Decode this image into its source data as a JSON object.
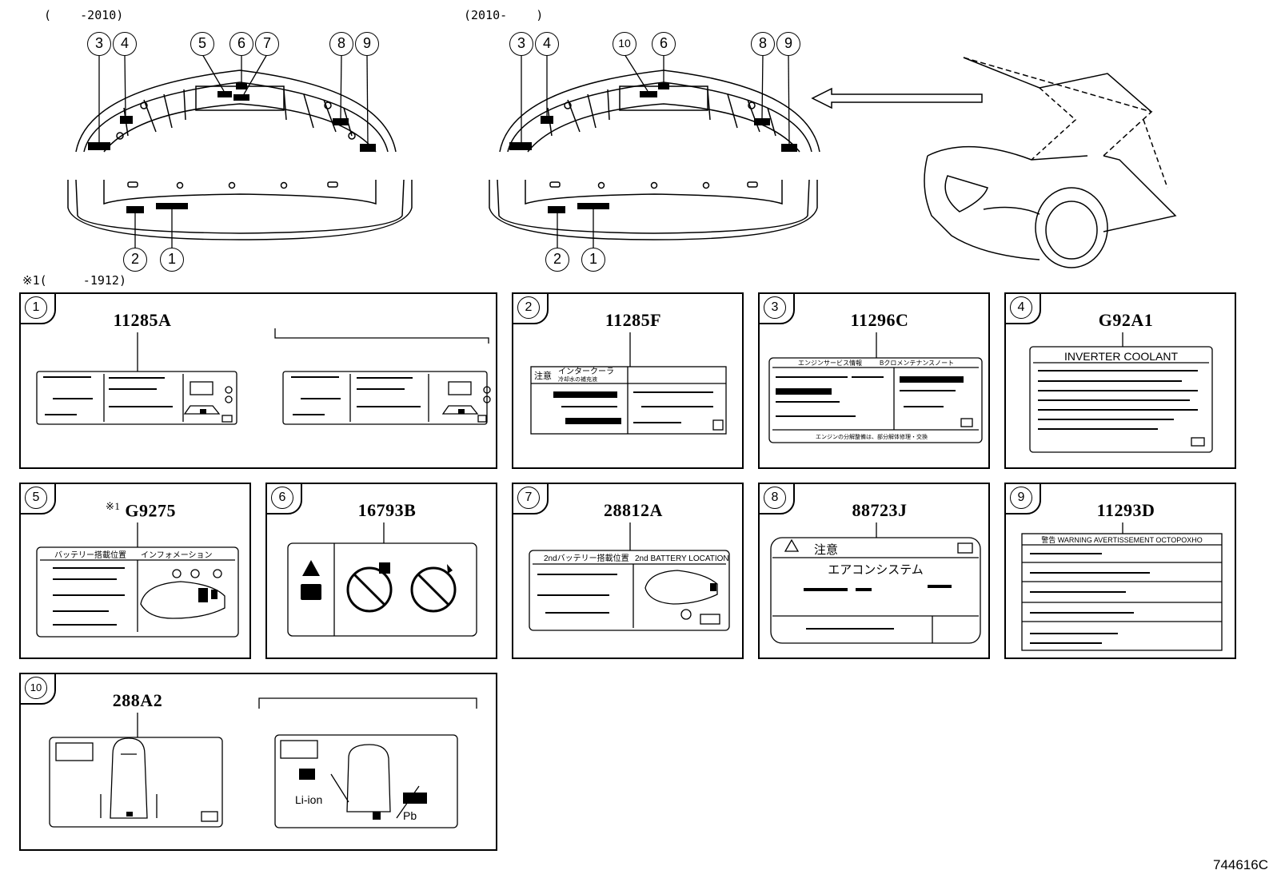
{
  "header": {
    "caption_left": "(    -2010)",
    "caption_middle": "(2010-    )",
    "note": "※1(     -1912)"
  },
  "callouts": {
    "left_top": [
      "3",
      "4",
      "5",
      "6",
      "7",
      "8",
      "9"
    ],
    "left_bottom": [
      "2",
      "1"
    ],
    "mid_top": [
      "3",
      "4",
      "10",
      "6",
      "8",
      "9"
    ],
    "mid_bottom": [
      "2",
      "1"
    ]
  },
  "panels": [
    {
      "no": "1",
      "part": "11285A"
    },
    {
      "no": "2",
      "part": "11285F"
    },
    {
      "no": "3",
      "part": "11296C"
    },
    {
      "no": "4",
      "part": "G92A1"
    },
    {
      "no": "5",
      "part": "G9275",
      "note_mark": "※1"
    },
    {
      "no": "6",
      "part": "16793B"
    },
    {
      "no": "7",
      "part": "28812A"
    },
    {
      "no": "8",
      "part": "88723J"
    },
    {
      "no": "9",
      "part": "11293D"
    },
    {
      "no": "10",
      "part": "288A2"
    }
  ],
  "label_text": {
    "p2_caution": "注意",
    "p2_intercooler": "インタークーラ",
    "p2_sub": "冷却水の補充液",
    "p3_heading": "エンジンサービス情報",
    "p3_heading_right": "Bクロメンテナンスノート",
    "p3_footer": "エンジンの分解整備は、部分解体修理・交換",
    "p4_heading": "INVERTER COOLANT",
    "p5_heading_left": "バッテリー搭載位置",
    "p5_heading_right": "インフォメーション",
    "p7_heading_left": "2ndバッテリー搭載位置",
    "p7_heading_right": "2nd BATTERY LOCATION",
    "p8_caution": "注意",
    "p8_system": "エアコンシステム",
    "p9_warning": "警告 WARNING AVERTISSEMENT OCTOPOXHO",
    "p10_liion": "Li-ion",
    "p10_pb": "Pb"
  },
  "figure_code": "744616C"
}
